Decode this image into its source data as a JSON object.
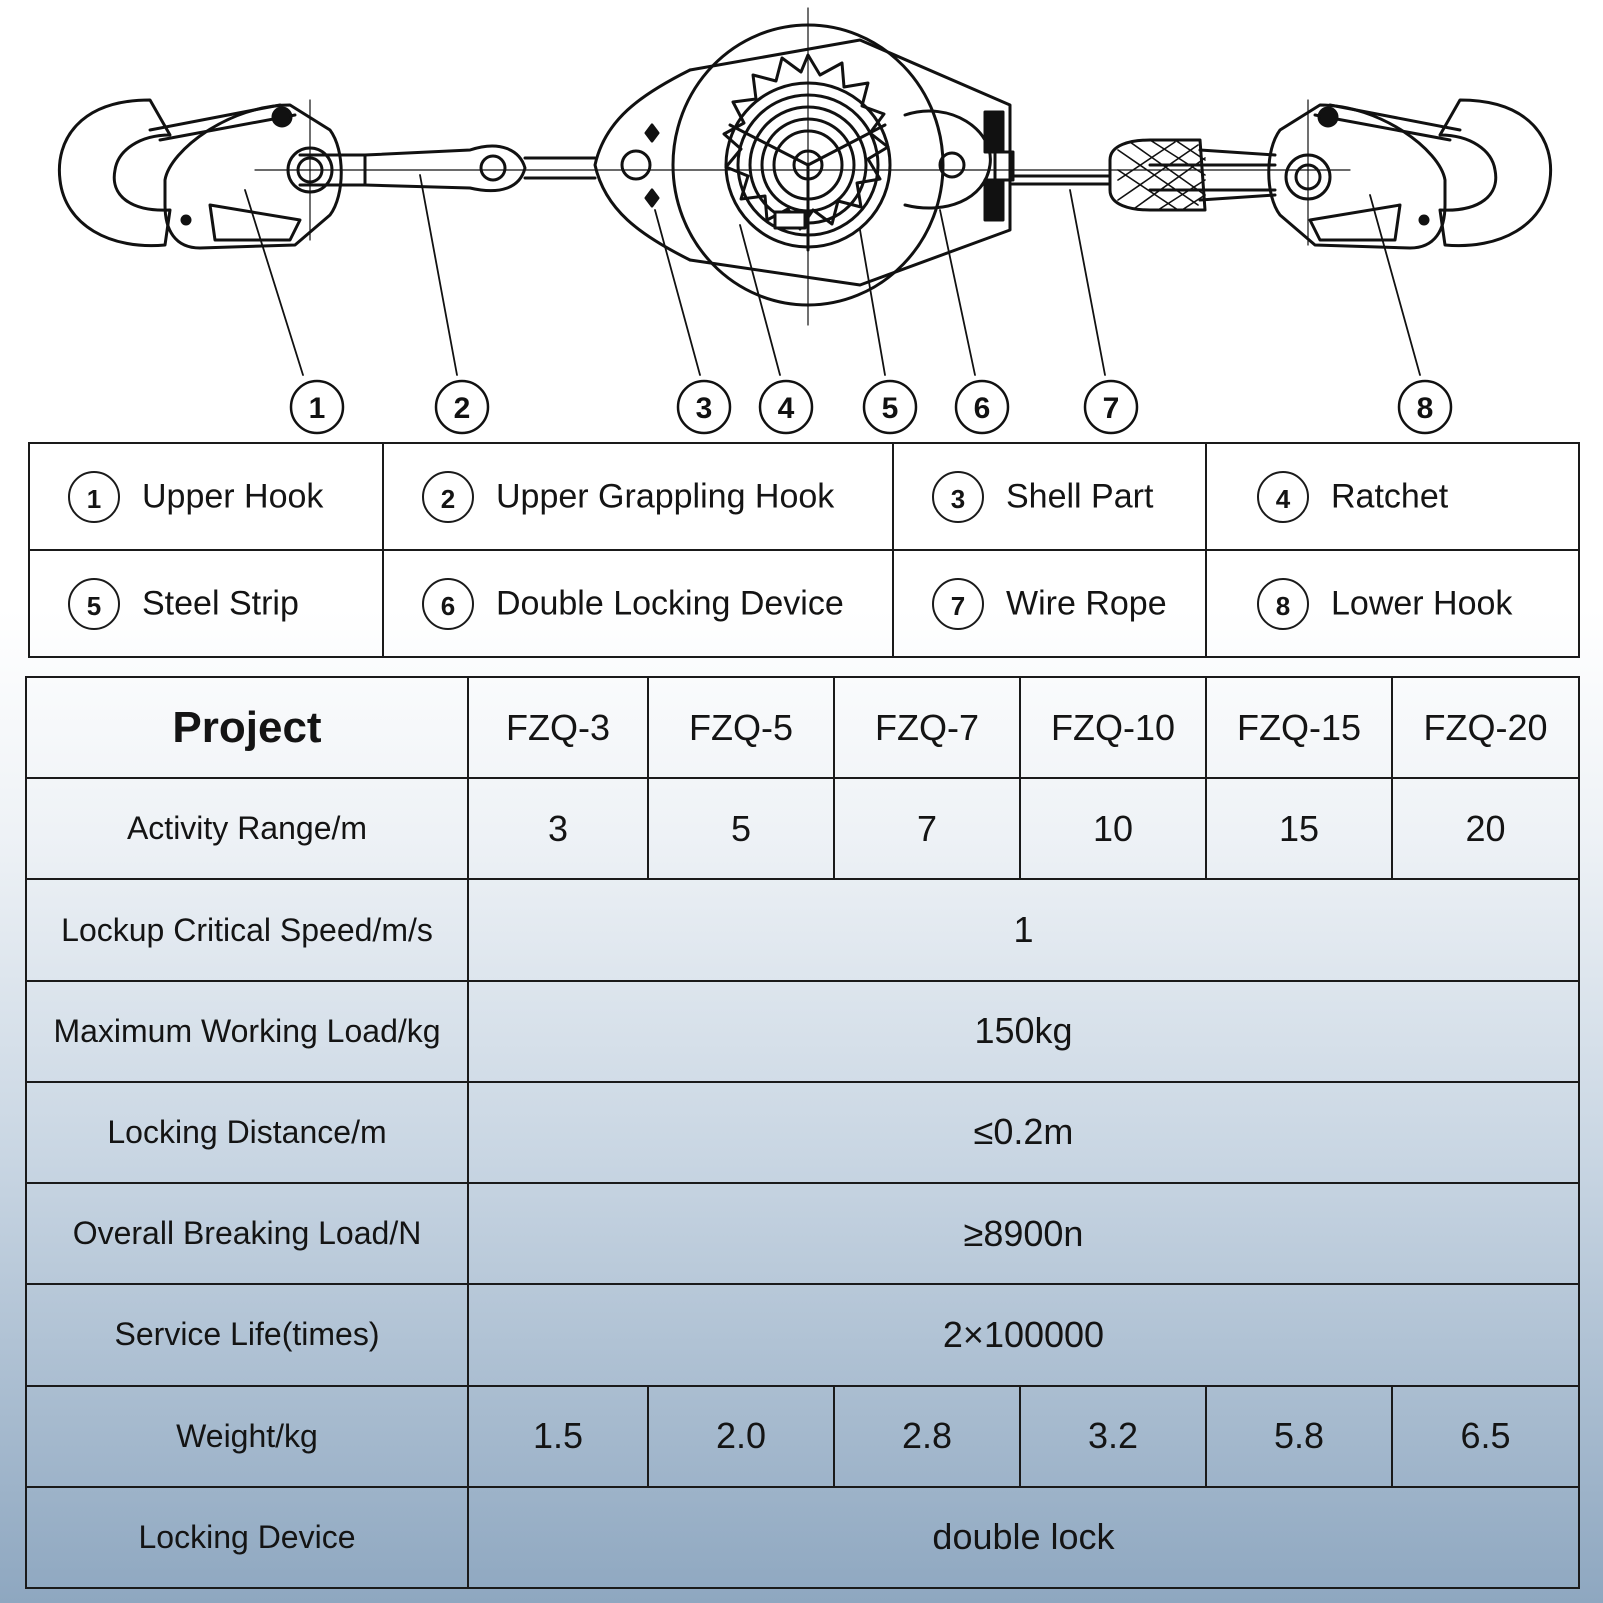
{
  "callouts": [
    "1",
    "2",
    "3",
    "4",
    "5",
    "6",
    "7",
    "8"
  ],
  "legend": {
    "rows": [
      [
        {
          "num": "1",
          "label": "Upper Hook"
        },
        {
          "num": "2",
          "label": "Upper Grappling Hook"
        },
        {
          "num": "3",
          "label": "Shell Part"
        },
        {
          "num": "4",
          "label": "Ratchet"
        }
      ],
      [
        {
          "num": "5",
          "label": "Steel Strip"
        },
        {
          "num": "6",
          "label": "Double Locking Device"
        },
        {
          "num": "7",
          "label": "Wire Rope"
        },
        {
          "num": "8",
          "label": "Lower Hook"
        }
      ]
    ]
  },
  "spec": {
    "header": {
      "label": "Project",
      "models": [
        "FZQ-3",
        "FZQ-5",
        "FZQ-7",
        "FZQ-10",
        "FZQ-15",
        "FZQ-20"
      ]
    },
    "activity_range": {
      "label": "Activity Range/m",
      "values": [
        "3",
        "5",
        "7",
        "10",
        "15",
        "20"
      ]
    },
    "lockup_speed": {
      "label": "Lockup Critical Speed/m/s",
      "value": "1"
    },
    "max_load": {
      "label": "Maximum Working Load/kg",
      "value": "150kg"
    },
    "locking_distance": {
      "label": "Locking Distance/m",
      "value": "≤0.2m"
    },
    "breaking_load": {
      "label": "Overall Breaking Load/N",
      "value": "≥8900n"
    },
    "service_life": {
      "label": "Service Life(times)",
      "value": "2×100000"
    },
    "weight": {
      "label": "Weight/kg",
      "values": [
        "1.5",
        "2.0",
        "2.8",
        "3.2",
        "5.8",
        "6.5"
      ]
    },
    "locking_device": {
      "label": "Locking Device",
      "value": "double lock"
    }
  }
}
